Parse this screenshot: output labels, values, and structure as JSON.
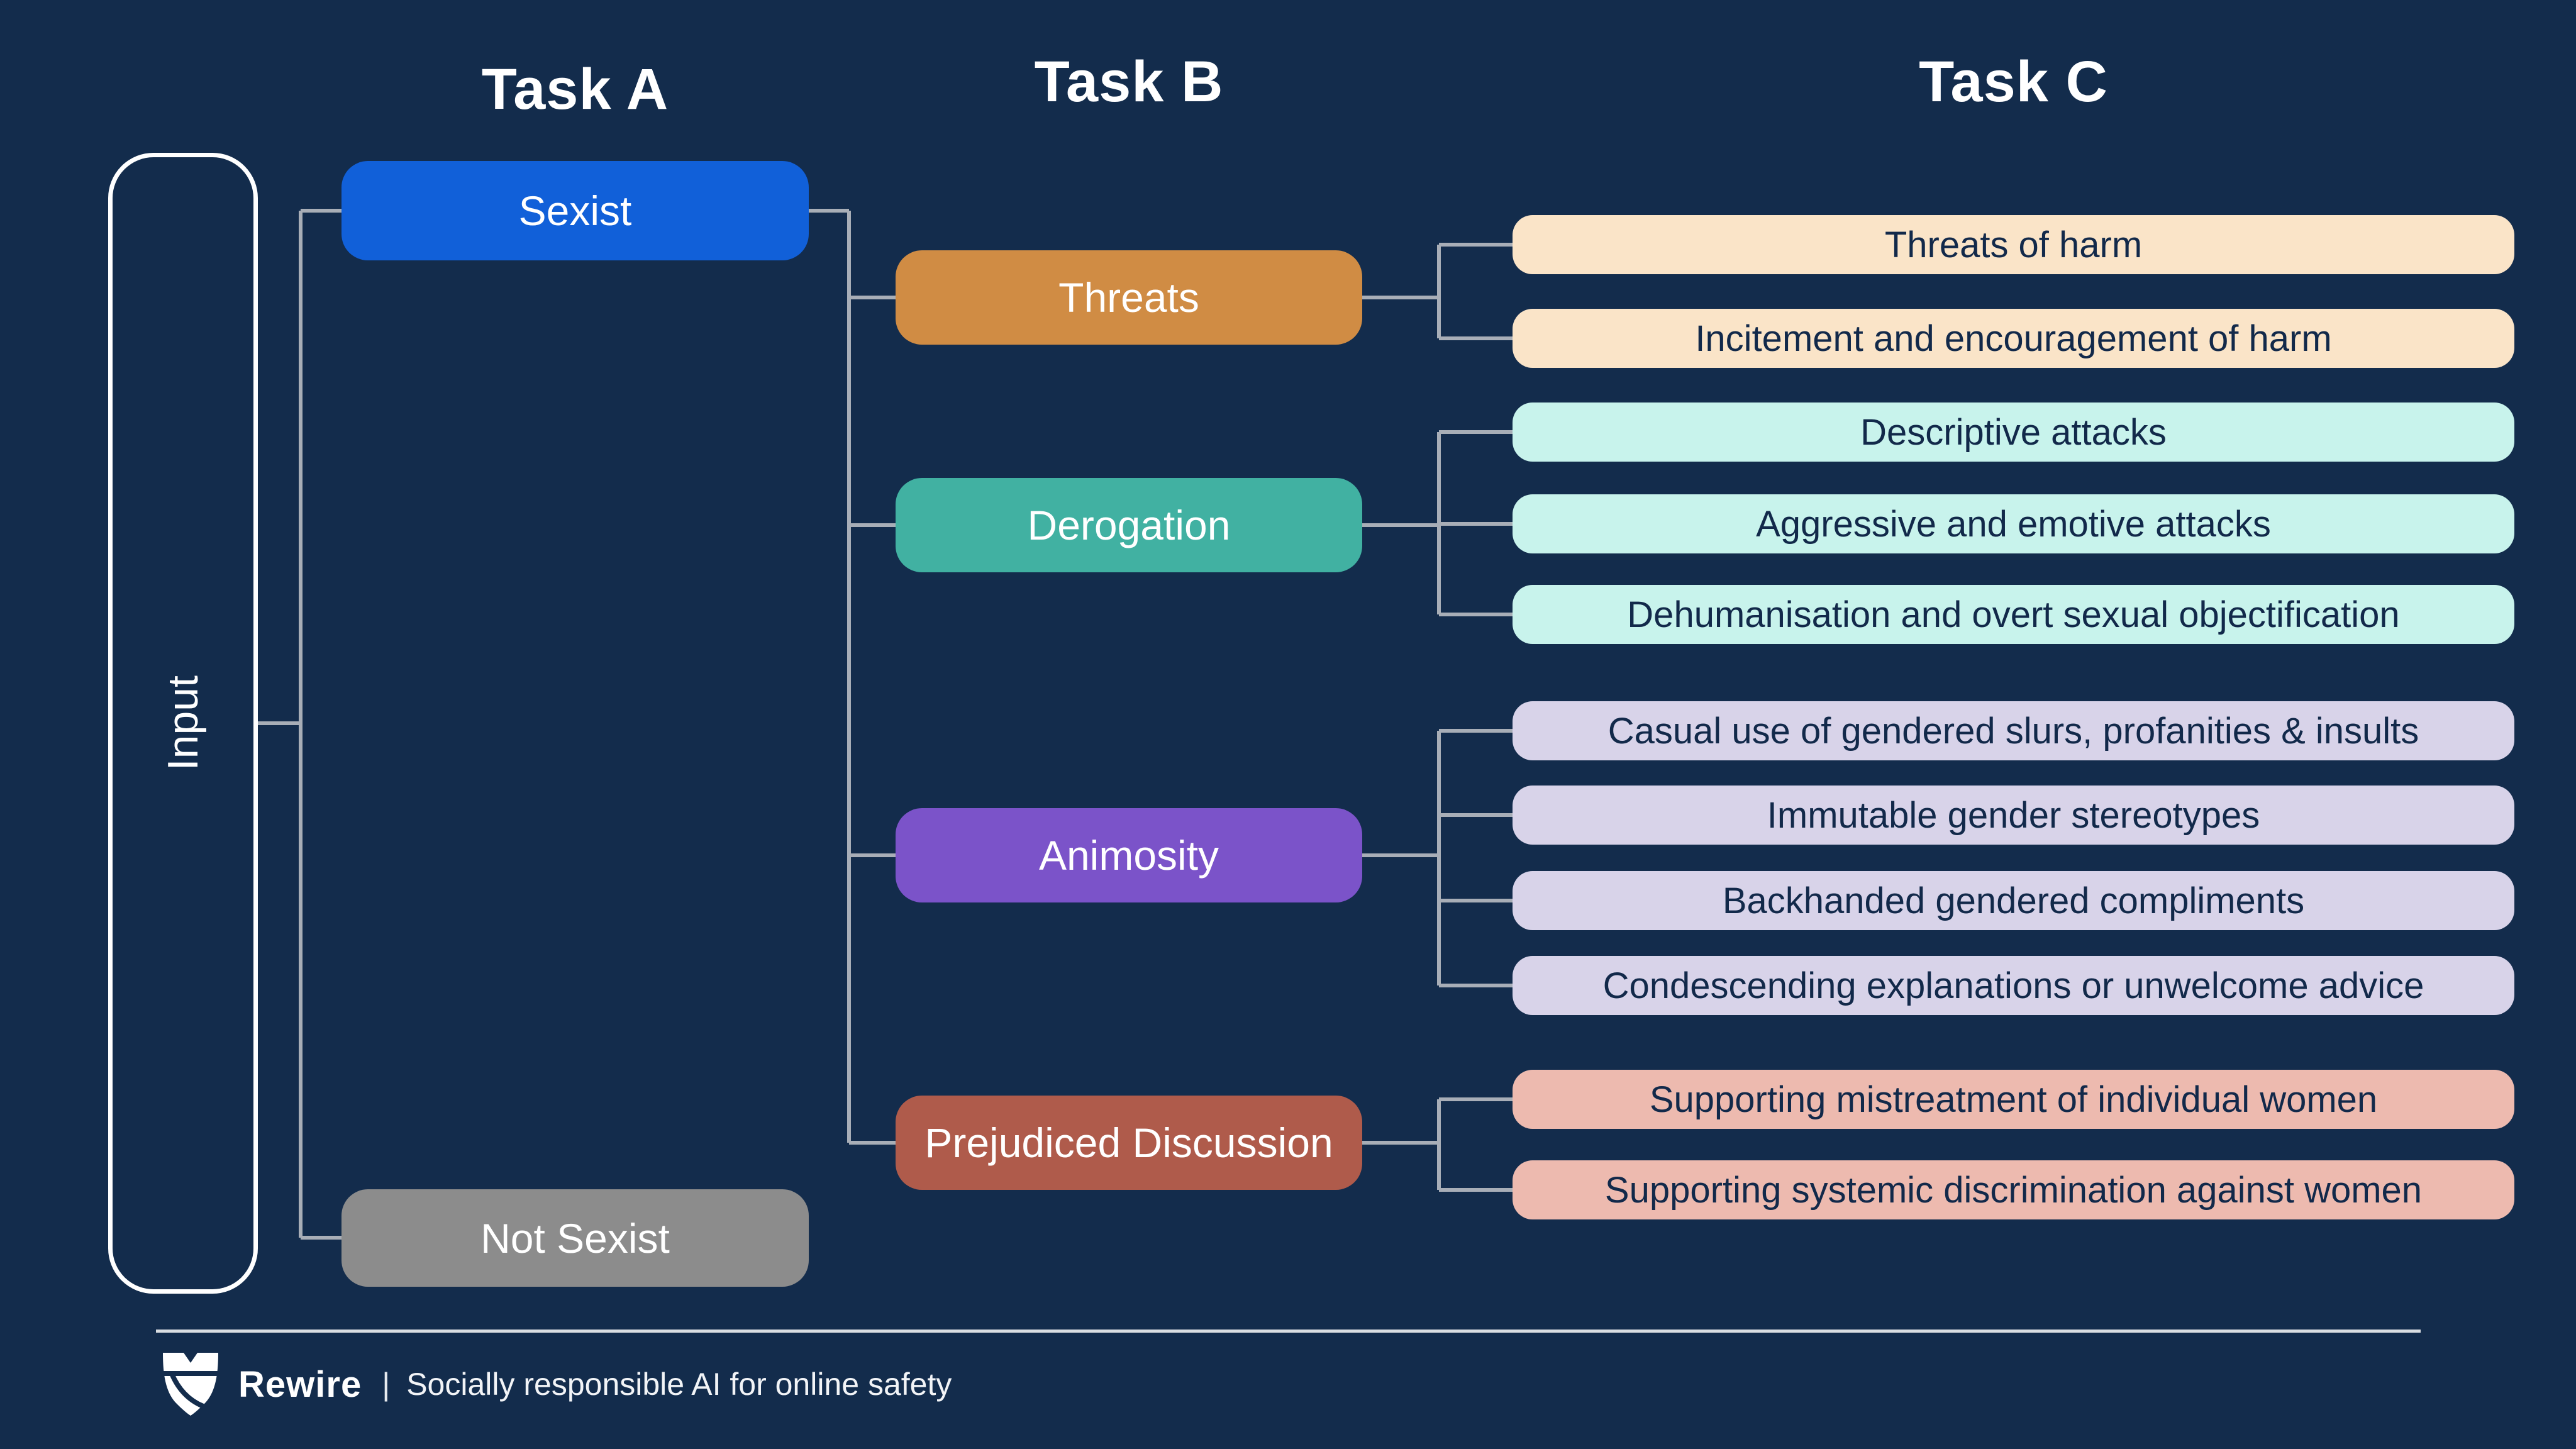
{
  "colors": {
    "background": "#132C4C",
    "connector": "#A8AEB7",
    "footer_line": "#D9DDE1",
    "white_text": "#FFFFFF",
    "dark_text": "#12294A",
    "sexist": "#1160D9",
    "not_sexist": "#8C8C8C",
    "threats": "#D08C44",
    "threats_child": "#FAE4C8",
    "derogation": "#41B1A2",
    "derogation_child": "#C8F3EC",
    "animosity": "#7B53C9",
    "animosity_child": "#D8D3E9",
    "prejudiced_discussion": "#AF5B4B",
    "prejudiced_discussion_child": "#EDBAAF"
  },
  "headers": {
    "task_a": "Task A",
    "task_b": "Task B",
    "task_c": "Task C"
  },
  "input_label": "Input",
  "task_a": {
    "sexist": "Sexist",
    "not_sexist": "Not Sexist"
  },
  "task_b": [
    {
      "label": "Threats",
      "children": [
        "Threats of harm",
        "Incitement and encouragement of harm"
      ]
    },
    {
      "label": "Derogation",
      "children": [
        "Descriptive attacks",
        "Aggressive and emotive attacks",
        "Dehumanisation and overt sexual objectification"
      ]
    },
    {
      "label": "Animosity",
      "children": [
        "Casual use of gendered slurs, profanities & insults",
        "Immutable gender stereotypes",
        "Backhanded gendered compliments",
        "Condescending explanations or unwelcome advice"
      ]
    },
    {
      "label": "Prejudiced Discussion",
      "children": [
        "Supporting mistreatment of individual women",
        "Supporting systemic discrimination against women"
      ]
    }
  ],
  "footer": {
    "brand": "Rewire",
    "separator": "|",
    "tagline": "Socially responsible AI for online safety"
  }
}
